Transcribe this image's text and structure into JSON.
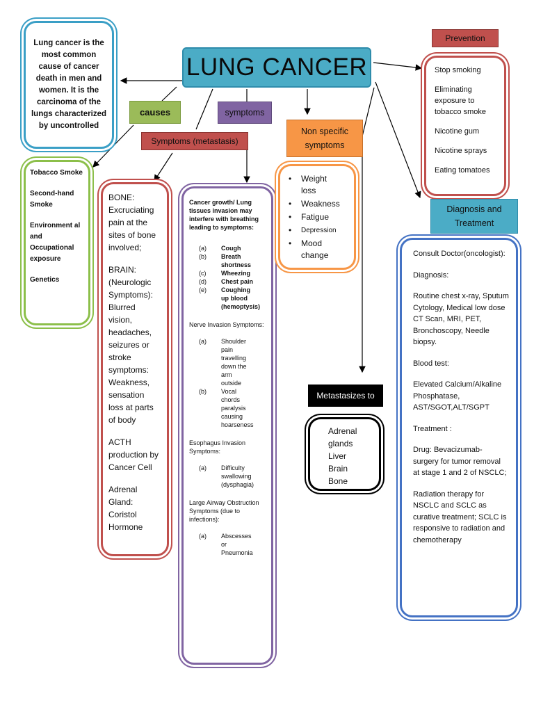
{
  "title": "LUNG CANCER",
  "definition": "Lung cancer is the most common cause of cancer death in men and women. It is the carcinoma of the lungs characterized by uncontrolled",
  "causes": {
    "label": "causes",
    "items": [
      "Tobacco Smoke",
      "Second-hand Smoke",
      "Environment al and Occupational exposure",
      "Genetics"
    ]
  },
  "symptoms_label": "symptoms",
  "metastasis": {
    "label": "Symptoms (metastasis)",
    "bone": "BONE: Excruciating pain at the sites of bone involved;",
    "brain": "BRAIN: (Neurologic Symptoms): Blurred vision, headaches, seizures or stroke symptoms: Weakness, sensation loss at parts of body",
    "acth": "ACTH production by Cancer Cell",
    "adrenal": "Adrenal Gland: Coristol Hormone"
  },
  "detailed": {
    "intro": "Cancer growth/ Lung tissues invasion may interfere with breathing leading to symptoms:",
    "intro_items": [
      {
        "m": "(a)",
        "t": "Cough"
      },
      {
        "m": "(b)",
        "t": "Breath shortness"
      },
      {
        "m": "(c)",
        "t": "Wheezing"
      },
      {
        "m": "(d)",
        "t": "Chest pain"
      },
      {
        "m": "(e)",
        "t": "Coughing up blood (hemoptysis)"
      }
    ],
    "nerve": "Nerve Invasion Symptoms:",
    "nerve_items": [
      {
        "m": "(a)",
        "t": "Shoulder pain travelling down the arm outside"
      },
      {
        "m": "(b)",
        "t": "Vocal chords paralysis causing hoarseness"
      }
    ],
    "esophagus": "Esophagus Invasion Symptoms:",
    "esophagus_items": [
      {
        "m": "(a)",
        "t": "Difficulty swallowing (dysphagia)"
      }
    ],
    "airway": "Large Airway Obstruction Symptoms (due to infections):",
    "airway_items": [
      {
        "m": "(a)",
        "t": "Abscesses or Pneumonia"
      }
    ]
  },
  "nonspecific": {
    "label": "Non specific symptoms",
    "items": [
      "Weight loss",
      "Weakness",
      "Fatigue",
      "Depression",
      "Mood change"
    ]
  },
  "metastasizes": {
    "label": "Metastasizes to",
    "items": [
      "Adrenal glands",
      "Liver",
      "Brain",
      "Bone"
    ]
  },
  "prevention": {
    "label": "Prevention",
    "items": [
      "Stop smoking",
      "Eliminating exposure to tobacco smoke",
      "Nicotine gum",
      "Nicotine sprays",
      "Eating tomatoes"
    ]
  },
  "diagnosis": {
    "label": "Diagnosis and Treatment",
    "consult": "Consult Doctor(oncologist):",
    "diag_head": "Diagnosis:",
    "diag_text": "Routine chest x-ray, Sputum Cytology, Medical low dose CT Scan, MRI, PET, Bronchoscopy, Needle biopsy.",
    "blood_head": "Blood test:",
    "blood_text": "Elevated Calcium/Alkaline Phosphatase, AST/SGOT,ALT/SGPT",
    "treat_head": "Treatment :",
    "drug": "Drug: Bevacizumab- surgery for tumor removal at stage 1 and 2 of NSCLC;",
    "radiation": "Radiation therapy for NSCLC and SCLC as curative treatment; SCLC is responsive to radiation and chemotherapy"
  },
  "colors": {
    "title_bg": "#4bacc6",
    "causes_bg": "#9bbb59",
    "symptoms_bg": "#8064a2",
    "metastasis_bg": "#c0504d",
    "nonspecific_bg": "#f79646",
    "prevention_bg": "#c0504d",
    "diagnosis_bg": "#4bacc6",
    "metastasizes_bg": "#000000"
  }
}
